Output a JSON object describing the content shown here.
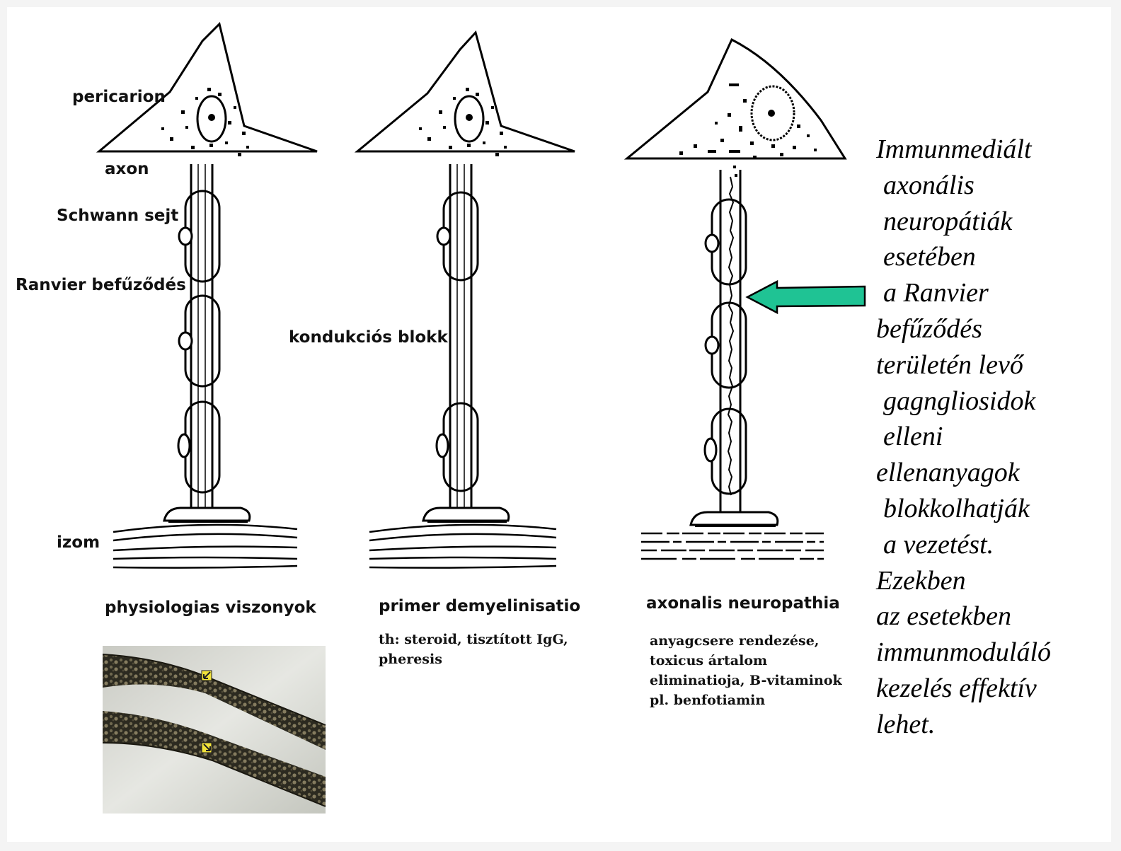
{
  "labels": {
    "pericarion": "pericarion",
    "axon": "axon",
    "schwann": "Schwann sejt",
    "ranvier": "Ranvier befűződés",
    "izom": "izom",
    "blokk": "kondukciós blokk"
  },
  "captions": [
    "physiologias viszonyok",
    "primer demyelinisatio",
    "axonalis neuropathia"
  ],
  "therapy": {
    "demyel": [
      "th: steroid, tisztított IgG,",
      "pheresis"
    ],
    "axonal": [
      "anyagcsere rendezése,",
      "toxicus ártalom",
      "eliminatioja, B-vitaminok",
      "pl. benfotiamin"
    ]
  },
  "side_text": [
    {
      "t": "Immunmediált",
      "i": false
    },
    {
      "t": "axonális",
      "i": true
    },
    {
      "t": "neuropátiák",
      "i": true
    },
    {
      "t": "esetében",
      "i": true
    },
    {
      "t": "a Ranvier",
      "i": true
    },
    {
      "t": "befűződés",
      "i": false
    },
    {
      "t": "területén levő",
      "i": false
    },
    {
      "t": "gagngliosidok",
      "i": true
    },
    {
      "t": "elleni",
      "i": true
    },
    {
      "t": "ellenanyagok",
      "i": false
    },
    {
      "t": "blokkolhatják",
      "i": true
    },
    {
      "t": "a vezetést.",
      "i": true
    },
    {
      "t": "Ezekben",
      "i": false
    },
    {
      "t": "az esetekben",
      "i": false
    },
    {
      "t": "immunmoduláló",
      "i": false
    },
    {
      "t": "kezelés effektív",
      "i": false
    },
    {
      "t": "lehet.",
      "i": false
    }
  ],
  "colors": {
    "arrow": "#1fc394",
    "ink": "#000000",
    "photo_bg": "#d9dad4"
  }
}
